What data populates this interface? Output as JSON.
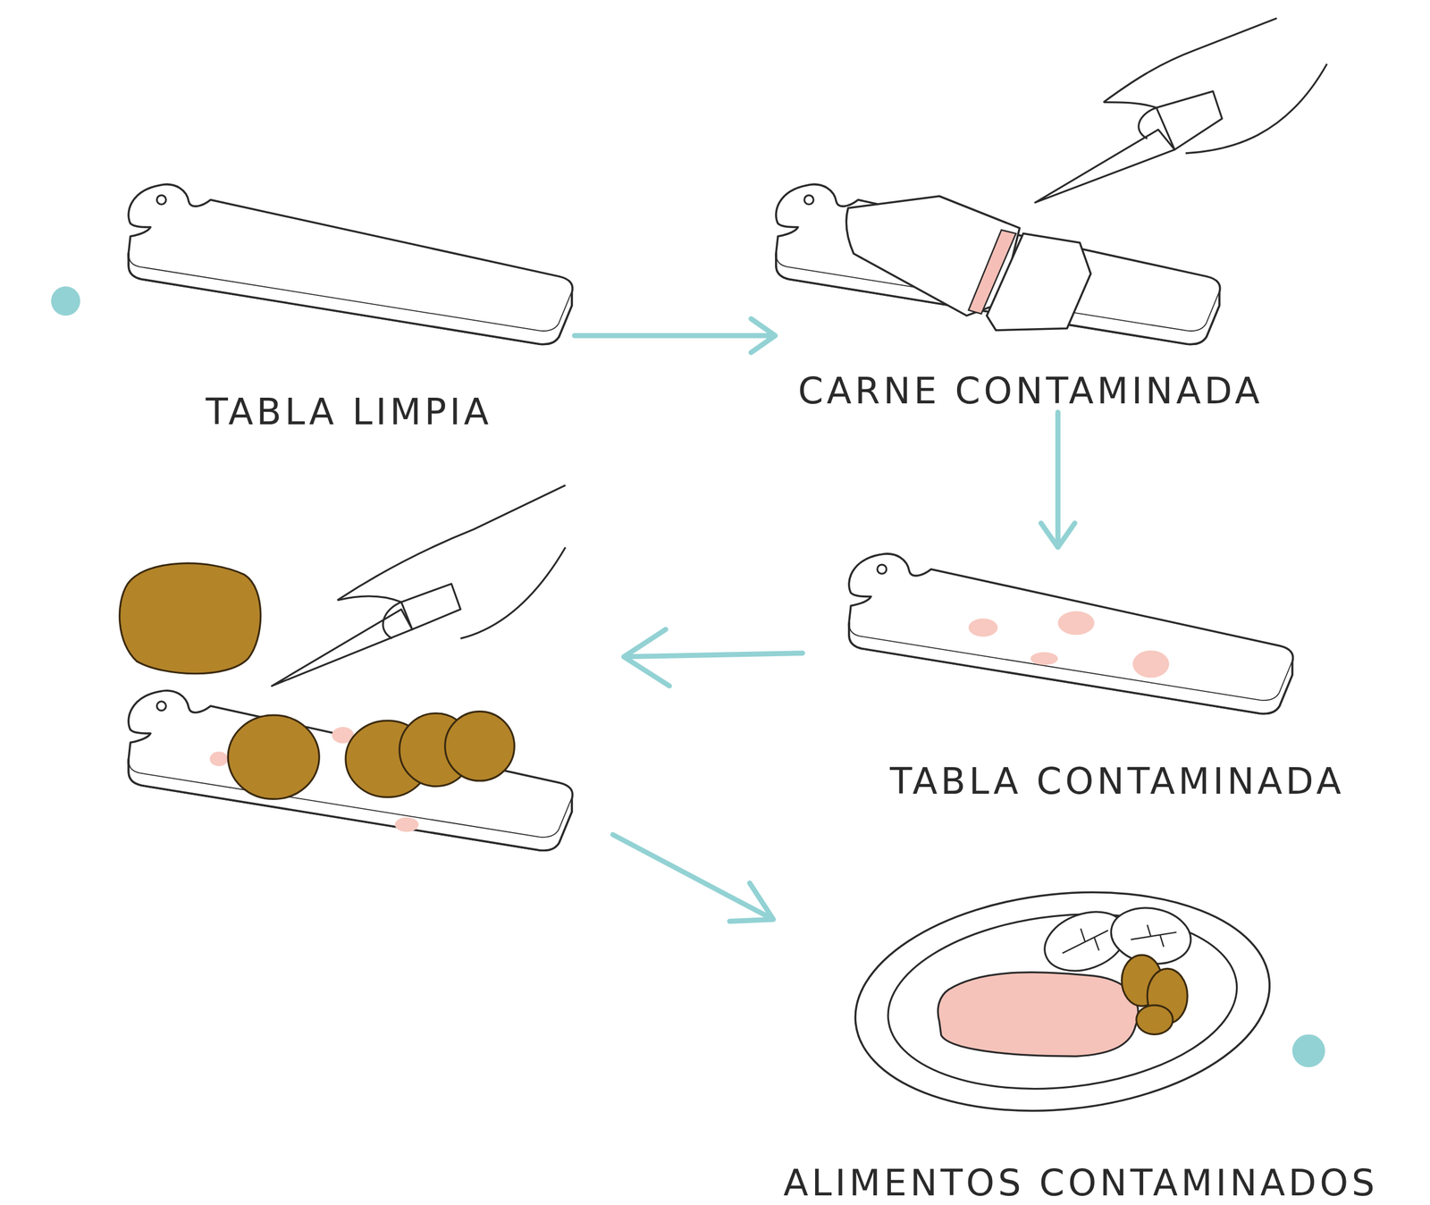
{
  "diagram": {
    "nodes": [
      {
        "text": [
          "TABLA LIMPIA"
        ]
      },
      {
        "text": [
          "CARNE CONTAMINADA"
        ]
      },
      {
        "text": [
          "TABLA CONTAMINADA"
        ]
      },
      {
        "text": [
          "ALIMENTOS CONTAMINADOS"
        ]
      }
    ],
    "edges": [
      {
        "from": 0,
        "to": 1,
        "arrow": "to"
      },
      {
        "from": 1,
        "to": 2,
        "arrow": "to"
      }
    ]
  }
}
